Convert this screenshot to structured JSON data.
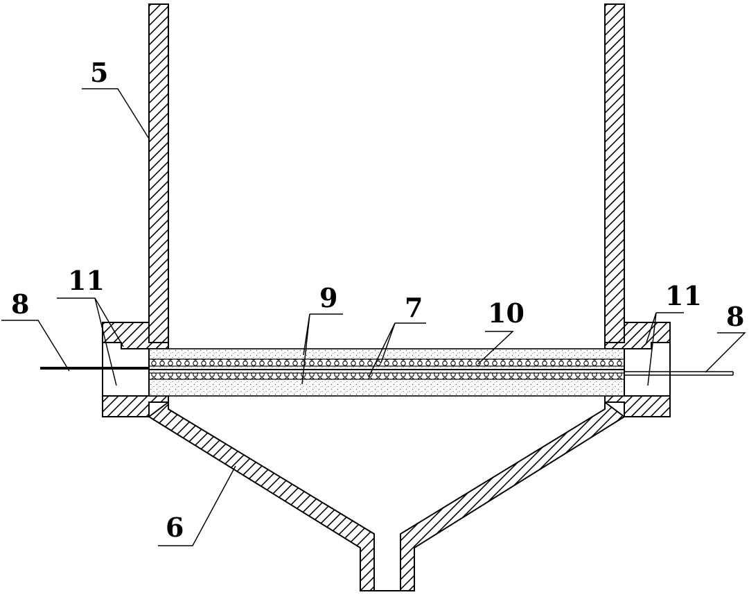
{
  "labels": {
    "l5": "5",
    "l6": "6",
    "l7": "7",
    "l8_left": "8",
    "l8_right": "8",
    "l9": "9",
    "l10": "10",
    "l11_left": "11",
    "l11_right": "11"
  },
  "colors": {
    "line": "#000000",
    "background": "#ffffff",
    "stipple": "#555555"
  }
}
